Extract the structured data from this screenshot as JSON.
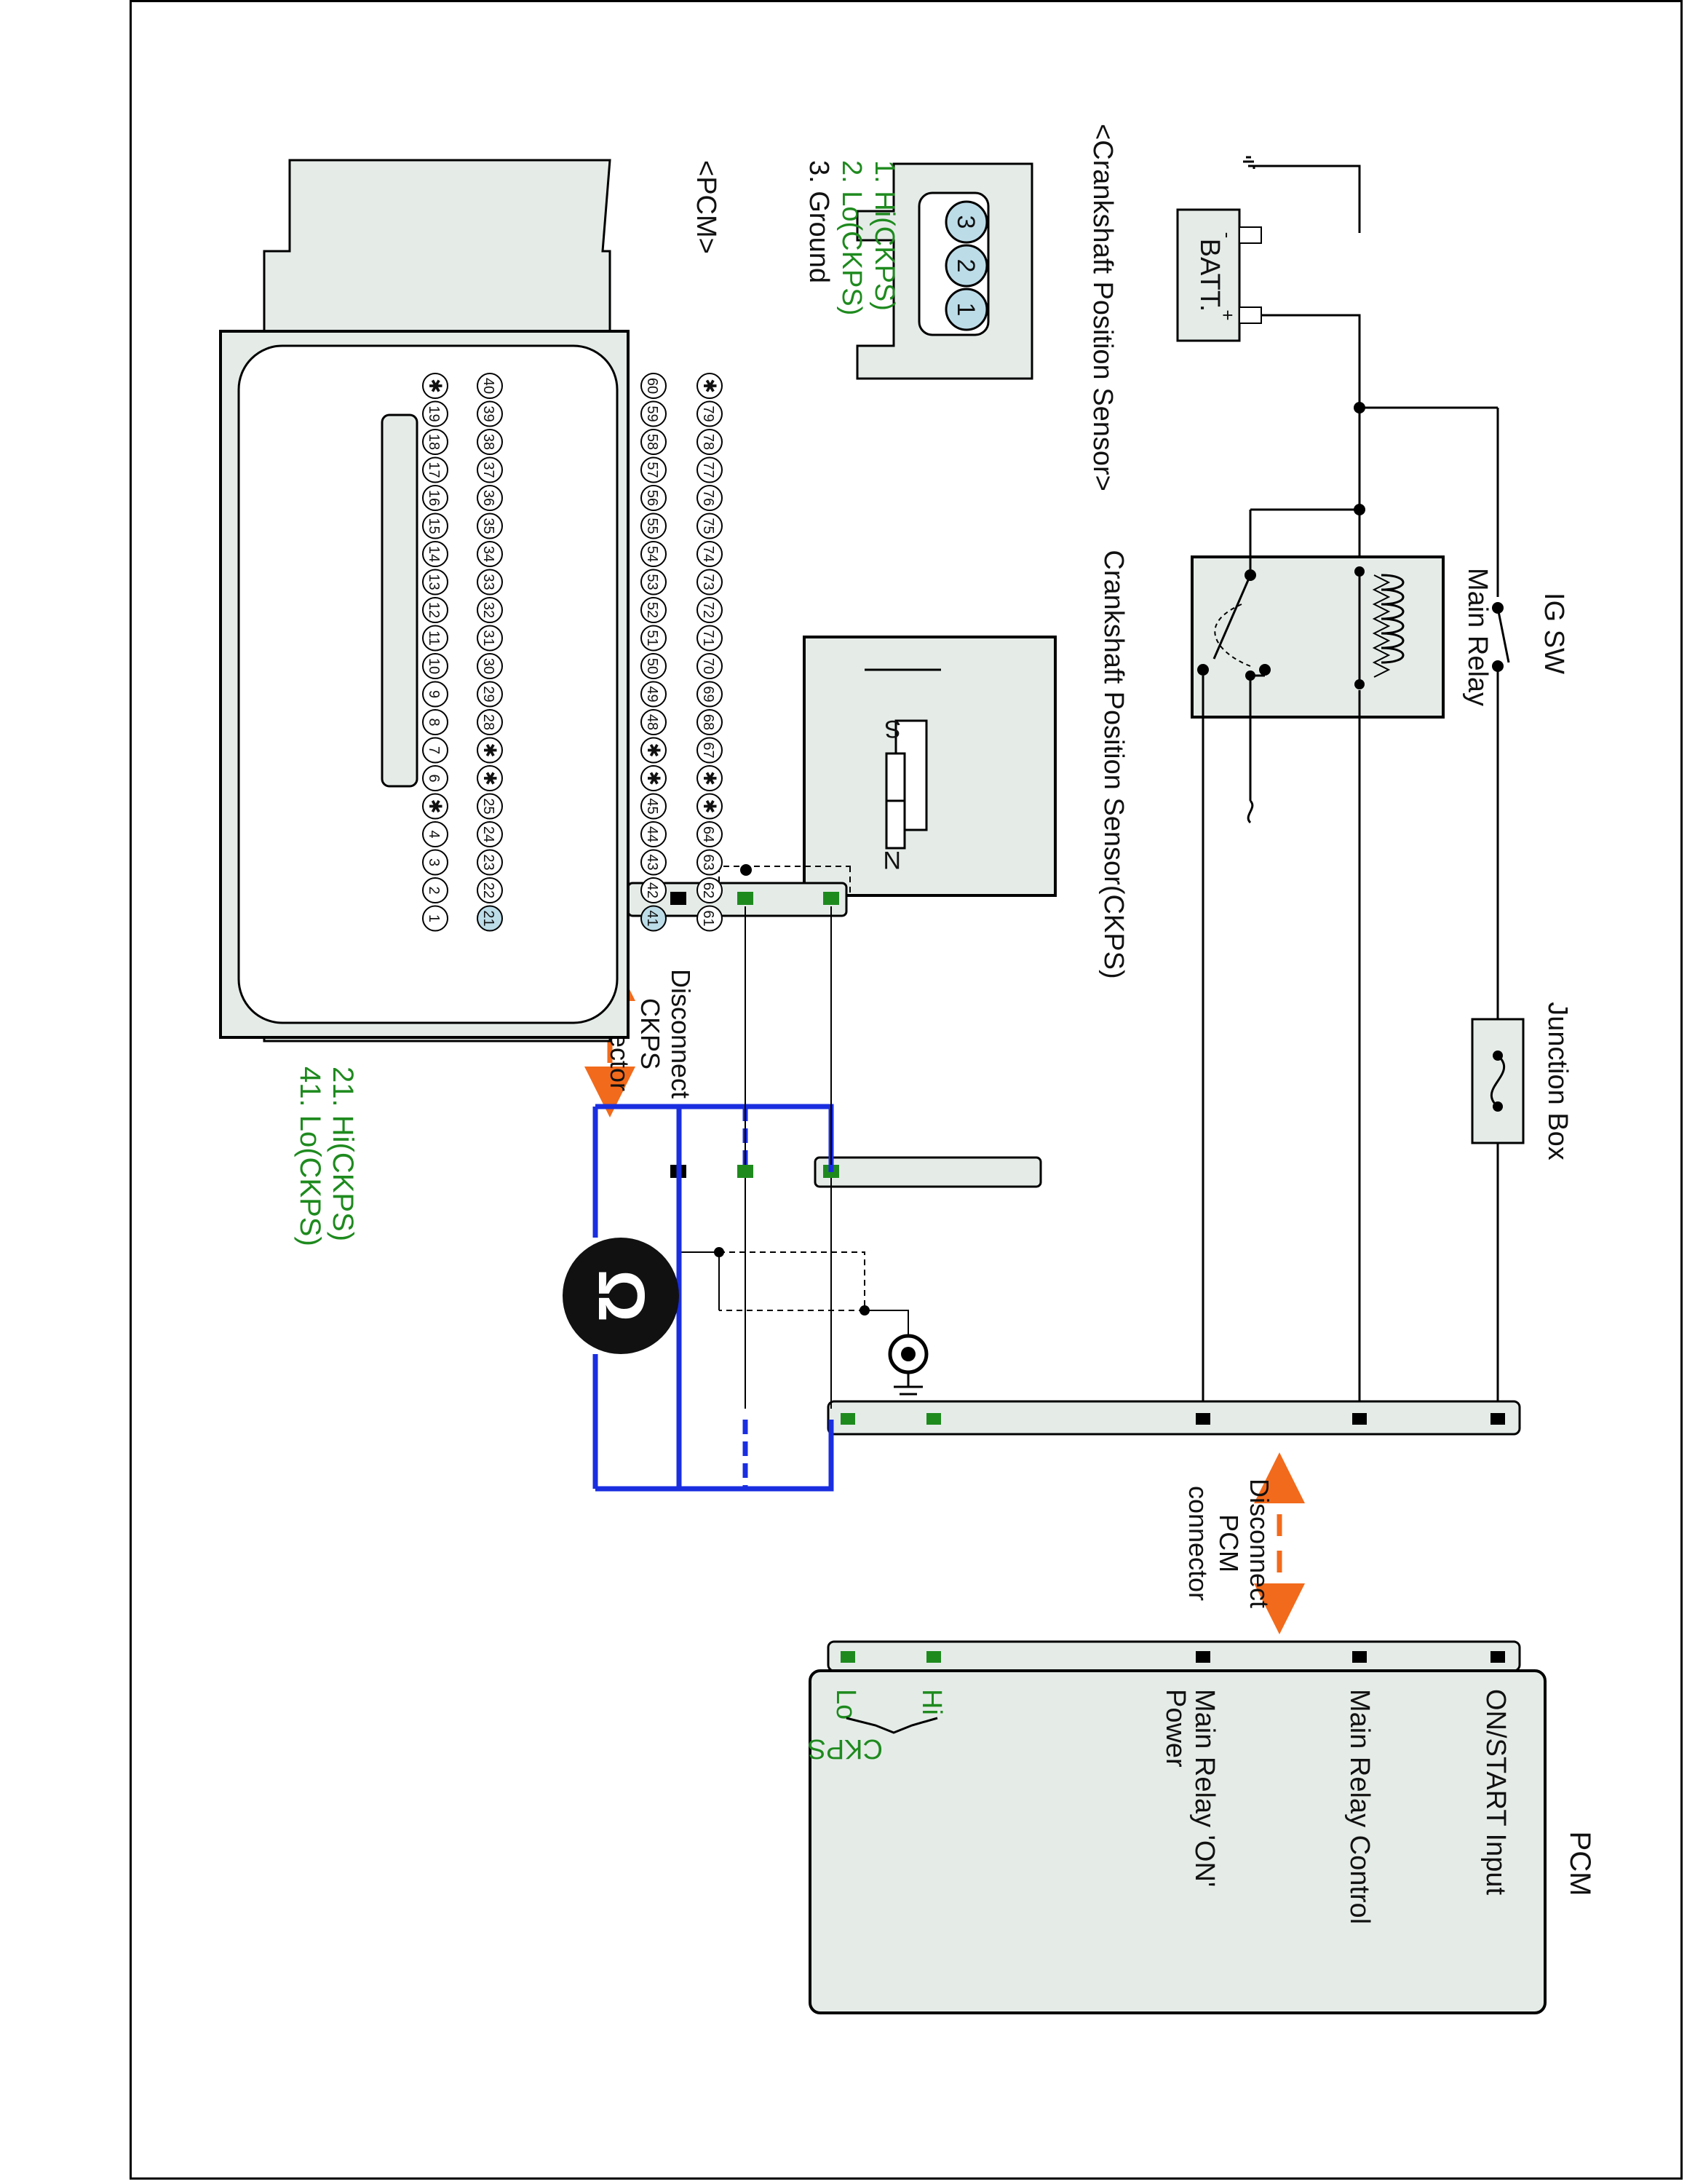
{
  "ig_sw": {
    "label": "IG SW"
  },
  "main_relay": {
    "label": "Main Relay"
  },
  "junction_box": {
    "label": "Junction Box"
  },
  "battery": {
    "label": "BATT.",
    "plus": "+",
    "minus": "-"
  },
  "ckps_connector": {
    "title": "<Crankshaft Position Sensor>",
    "pins": [
      "3",
      "2",
      "1"
    ],
    "legend": [
      "1. Hi(CKPS)",
      "2. Lo(CKPS)",
      "3. Ground"
    ]
  },
  "ckps_sensor": {
    "label": "Crankshaft Position Sensor(CKPS)",
    "pole_s": "S",
    "pole_n": "N"
  },
  "disconnect_ckps": [
    "Disconnect",
    "CKPS",
    "connector"
  ],
  "disconnect_pcm": [
    "Disconnect",
    "PCM",
    "connector"
  ],
  "ohmmeter": {
    "symbol": "Ω"
  },
  "pcm": {
    "title": "PCM",
    "inputs": [
      "ON/START Input",
      "Main Relay Control",
      "Main Relay 'ON'",
      "Power"
    ],
    "hi": "Hi",
    "lo": "Lo",
    "ckps": "CKPS"
  },
  "pcm_connector": {
    "title": "<PCM>",
    "row1": [
      "✱",
      "19",
      "18",
      "17",
      "16",
      "15",
      "14",
      "13",
      "12",
      "11",
      "10",
      "9",
      "8",
      "7",
      "6",
      "✱",
      "4",
      "3",
      "2",
      "1"
    ],
    "row2": [
      "40",
      "39",
      "38",
      "37",
      "36",
      "35",
      "34",
      "33",
      "32",
      "31",
      "30",
      "29",
      "28",
      "✱",
      "✱",
      "25",
      "24",
      "23",
      "22",
      "21"
    ],
    "row3": [
      "60",
      "59",
      "58",
      "57",
      "56",
      "55",
      "54",
      "53",
      "52",
      "51",
      "50",
      "49",
      "48",
      "✱",
      "✱",
      "45",
      "44",
      "43",
      "42",
      "41"
    ],
    "row4": [
      "✱",
      "79",
      "78",
      "77",
      "76",
      "75",
      "74",
      "73",
      "72",
      "71",
      "70",
      "69",
      "68",
      "67",
      "✱",
      "✱",
      "64",
      "63",
      "62",
      "61"
    ],
    "legend": [
      "21. Hi(CKPS)",
      "41. Lo(CKPS)"
    ],
    "highlight": [
      "21",
      "41"
    ]
  },
  "colors": {
    "wire_meter": "#1a2ee0",
    "hi_lo": "#1e8a1e",
    "arrow": "#f26a1b",
    "body_fill": "#e5ece8",
    "pin_highlight": "#bcdce8"
  }
}
